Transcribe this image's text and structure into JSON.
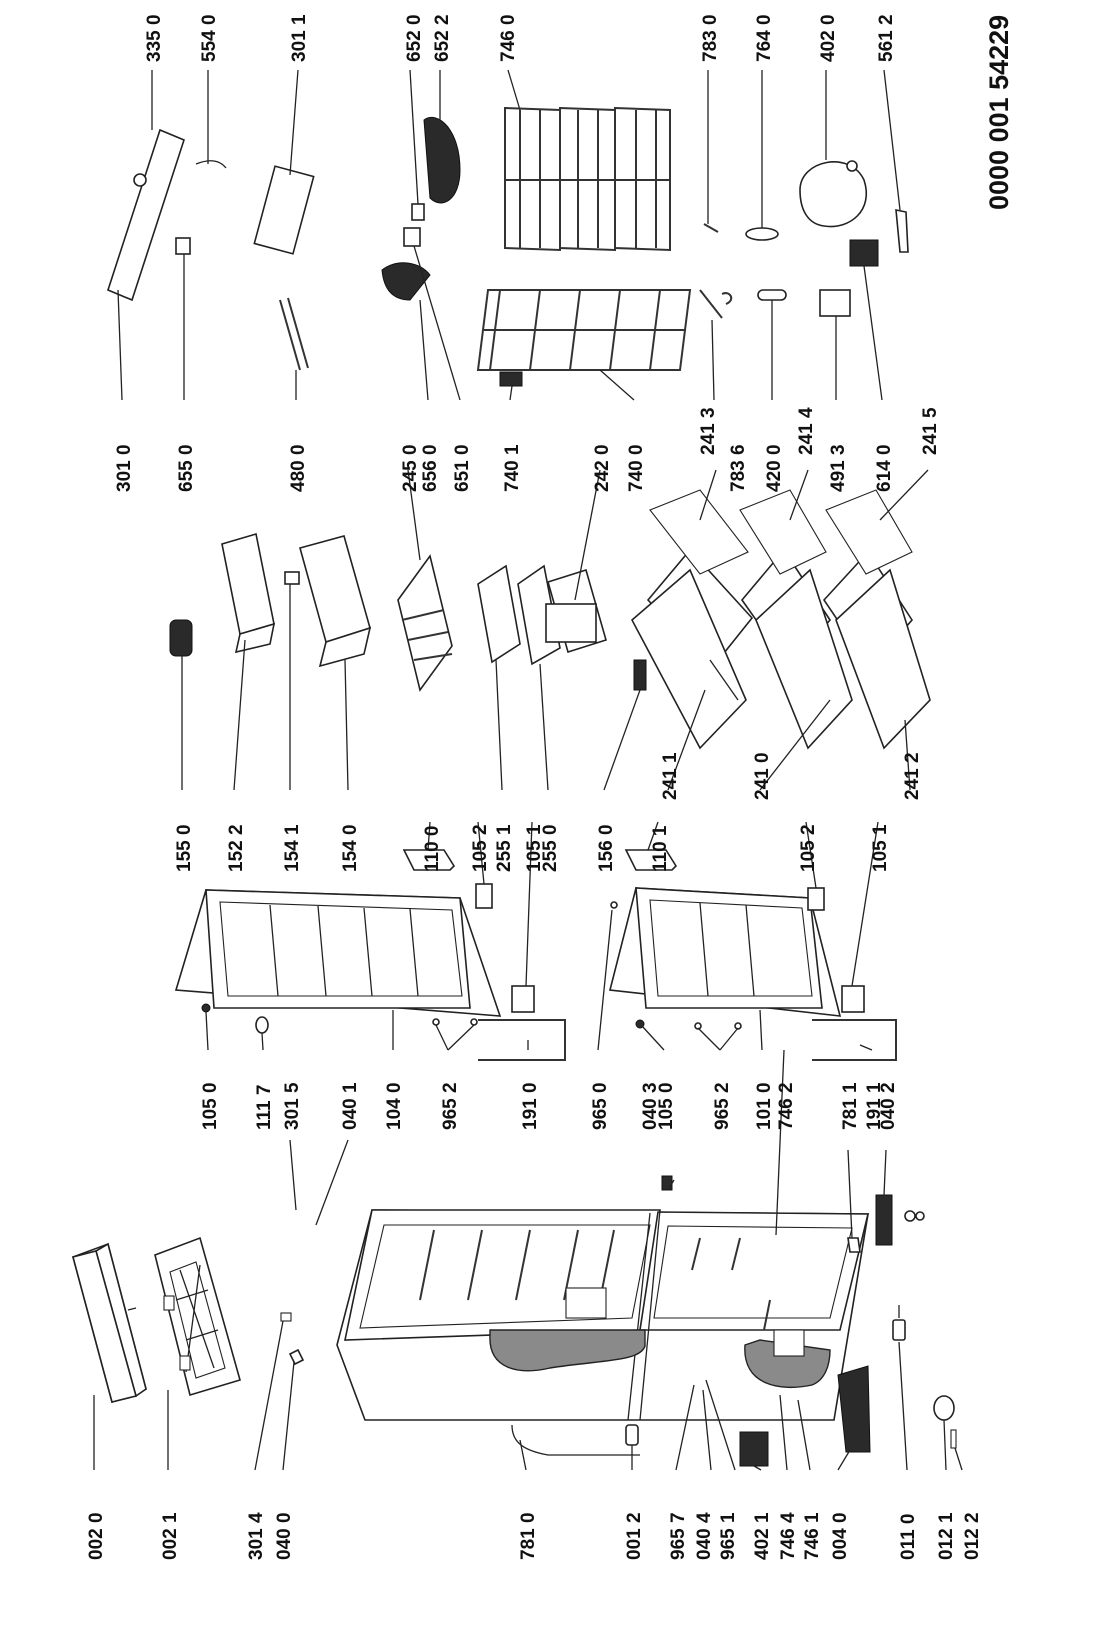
{
  "document_number": "0000 001 54229",
  "part_labels": {
    "p0020": "002 0",
    "p0021": "002 1",
    "p3014": "301 4",
    "p0400": "040 0",
    "p7810": "781 0",
    "p0012": "001 2",
    "p9657": "965 7",
    "p0404": "040 4",
    "p9651": "965 1",
    "p4021": "402 1",
    "p7464": "746 4",
    "p7461": "746 1",
    "p0040": "004 0",
    "p0110": "011 0",
    "p0121": "012 1",
    "p0122": "012 2",
    "p1050": "105 0",
    "p1117": "111 7",
    "p3015": "301 5",
    "p0401": "040 1",
    "p1040": "104 0",
    "p9652": "965 2",
    "p1910": "191 0",
    "p9650": "965 0",
    "p0403": "040 3",
    "p1050b": "105 0",
    "p9652b": "965 2",
    "p1010": "101 0",
    "p7462": "746 2",
    "p7811": "781 1",
    "p1911": "191 1",
    "p0402": "040 2",
    "p1550": "155 0",
    "p1522": "152 2",
    "p1541": "154 1",
    "p1540": "154 0",
    "p1100": "110 0",
    "p1052": "105 2",
    "p2551": "255 1",
    "p1051": "105 1",
    "p2550": "255 0",
    "p1560": "156 0",
    "p1101": "110 1",
    "p2411": "241 1",
    "p2410": "241 0",
    "p1052b": "105 2",
    "p2412": "241 2",
    "p1051b": "105 1",
    "p3010": "301 0",
    "p6550": "655 0",
    "p4800": "480 0",
    "p2450": "245 0",
    "p6560": "656 0",
    "p6510": "651 0",
    "p7401": "740 1",
    "p2420": "242 0",
    "p7400": "740 0",
    "p2413": "241 3",
    "p7836": "783 6",
    "p4200": "420 0",
    "p2414": "241 4",
    "p4913": "491 3",
    "p6140": "614 0",
    "p2415": "241 5",
    "p3350": "335 0",
    "p5540": "554 0",
    "p3011": "301 1",
    "p6520": "652 0",
    "p6522": "652 2",
    "p7460": "746 0",
    "p7830": "783 0",
    "p7640": "764 0",
    "p4020": "402 0",
    "p5612": "561 2"
  }
}
